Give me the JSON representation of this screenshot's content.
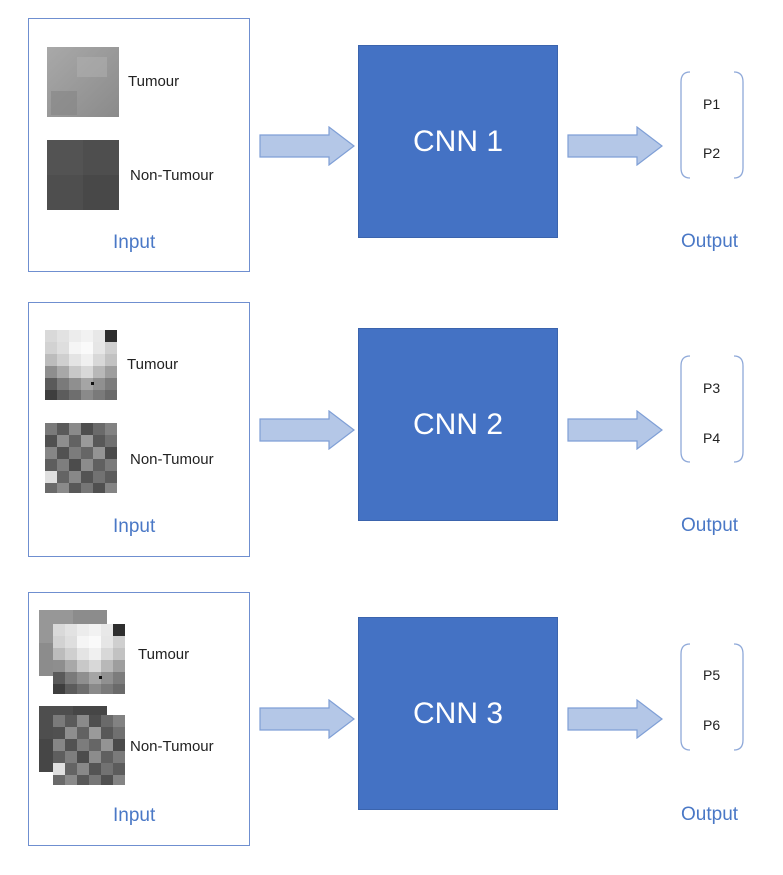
{
  "rows": [
    {
      "input_label": "Input",
      "tumour_label": "Tumour",
      "non_tumour_label": "Non-Tumour",
      "cnn_label": "CNN 1",
      "output_label": "Output",
      "outputs": [
        "P1",
        "P2"
      ]
    },
    {
      "input_label": "Input",
      "tumour_label": "Tumour",
      "non_tumour_label": "Non-Tumour",
      "cnn_label": "CNN 2",
      "output_label": "Output",
      "outputs": [
        "P3",
        "P4"
      ]
    },
    {
      "input_label": "Input",
      "tumour_label": "Tumour",
      "non_tumour_label": "Non-Tumour",
      "cnn_label": "CNN 3",
      "output_label": "Output",
      "outputs": [
        "P5",
        "P6"
      ]
    }
  ],
  "colors": {
    "cnn_fill": "#4472c4",
    "arrow_fill": "#b4c7e7",
    "arrow_stroke": "#7f9fd6",
    "accent_text": "#4a78c6",
    "box_border": "#6f8fd0"
  }
}
